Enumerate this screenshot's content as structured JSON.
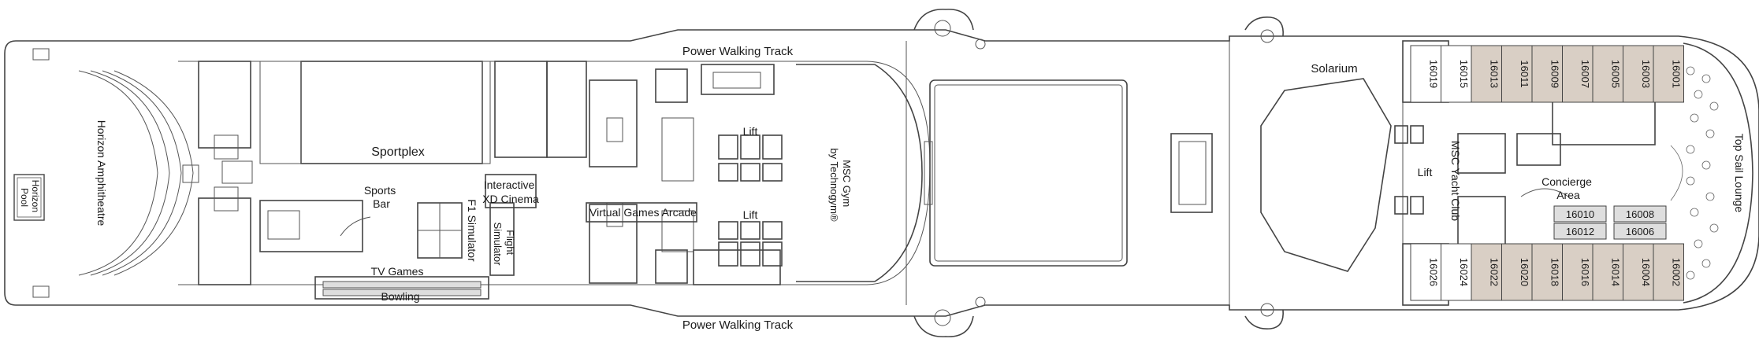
{
  "colors": {
    "background": "#ffffff",
    "wall": "#444444",
    "cabin_fill": "#d9cfc5",
    "room_fill": "#dedede"
  },
  "labels": {
    "power_walking_top": "Power Walking Track",
    "power_walking_bottom": "Power Walking Track",
    "sportplex": "Sportplex",
    "horizon_amphitheatre": "Horizon Amphitheatre",
    "horizon_pool_line1": "Horizon",
    "horizon_pool_line2": "Pool",
    "sports_bar_line1": "Sports",
    "sports_bar_line2": "Bar",
    "f1_simulator": "F1 Simulator",
    "tv_games": "TV Games",
    "bowling": "Bowling",
    "interactive_line1": "Interactive",
    "interactive_line2": "XD Cinema",
    "flight_line1": "Flight",
    "flight_line2": "Simulator",
    "virtual_games_arcade": "Virtual Games Arcade",
    "lift_1": "Lift",
    "lift_2": "Lift",
    "lift_3": "Lift",
    "msc_gym_line1": "MSC Gym",
    "msc_gym_line2": "by Technogym®",
    "solarium": "Solarium",
    "msc_yacht_club": "MSC Yacht Club",
    "concierge_line1": "Concierge",
    "concierge_line2": "Area",
    "top_sail_lounge": "Top Sail Lounge"
  },
  "cabins_top": [
    "16019",
    "16015",
    "16013",
    "16011",
    "16009",
    "16007",
    "16005",
    "16003",
    "16001"
  ],
  "cabins_bottom": [
    "16026",
    "16024",
    "16022",
    "16020",
    "16018",
    "16016",
    "16014",
    "16004",
    "16002"
  ],
  "suites": [
    "16010",
    "16012",
    "16008",
    "16006"
  ]
}
